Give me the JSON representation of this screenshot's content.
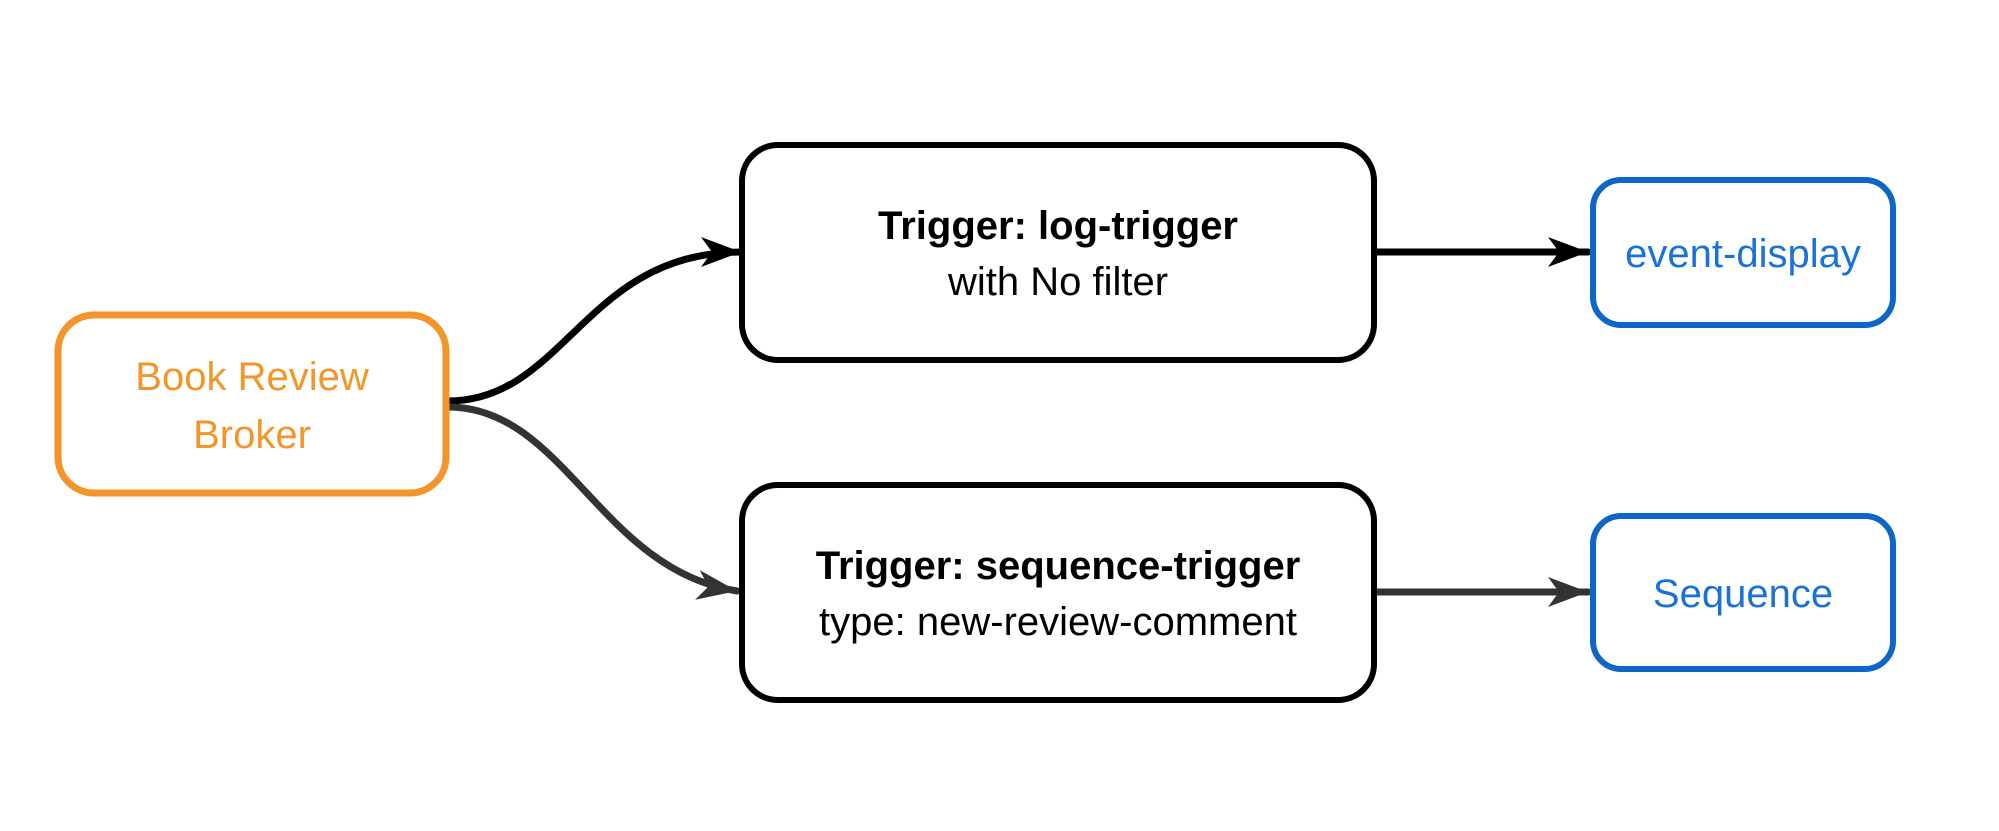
{
  "diagram": {
    "type": "flowchart-left-right",
    "nodes": {
      "broker": {
        "lines": [
          "Book Review",
          "Broker"
        ]
      },
      "trigger_log": {
        "title": "Trigger: log-trigger",
        "subtitle": "with No filter"
      },
      "trigger_sequence": {
        "title": "Trigger: sequence-trigger",
        "subtitle": "type: new-review-comment"
      },
      "event_display": {
        "label": "event-display"
      },
      "sequence": {
        "label": "Sequence"
      }
    },
    "edges": [
      {
        "from": "Book Review Broker",
        "to": "Trigger: log-trigger"
      },
      {
        "from": "Book Review Broker",
        "to": "Trigger: sequence-trigger"
      },
      {
        "from": "Trigger: log-trigger",
        "to": "event-display"
      },
      {
        "from": "Trigger: sequence-trigger",
        "to": "Sequence"
      }
    ],
    "colors": {
      "broker_accent": "#F2962A",
      "trigger_border": "#000000",
      "trigger_text": "#000000",
      "output_border": "#1066C7",
      "output_text": "#1B72D6",
      "edge_primary": "#000000",
      "edge_secondary": "#333333",
      "background": "#FFFFFF"
    }
  }
}
